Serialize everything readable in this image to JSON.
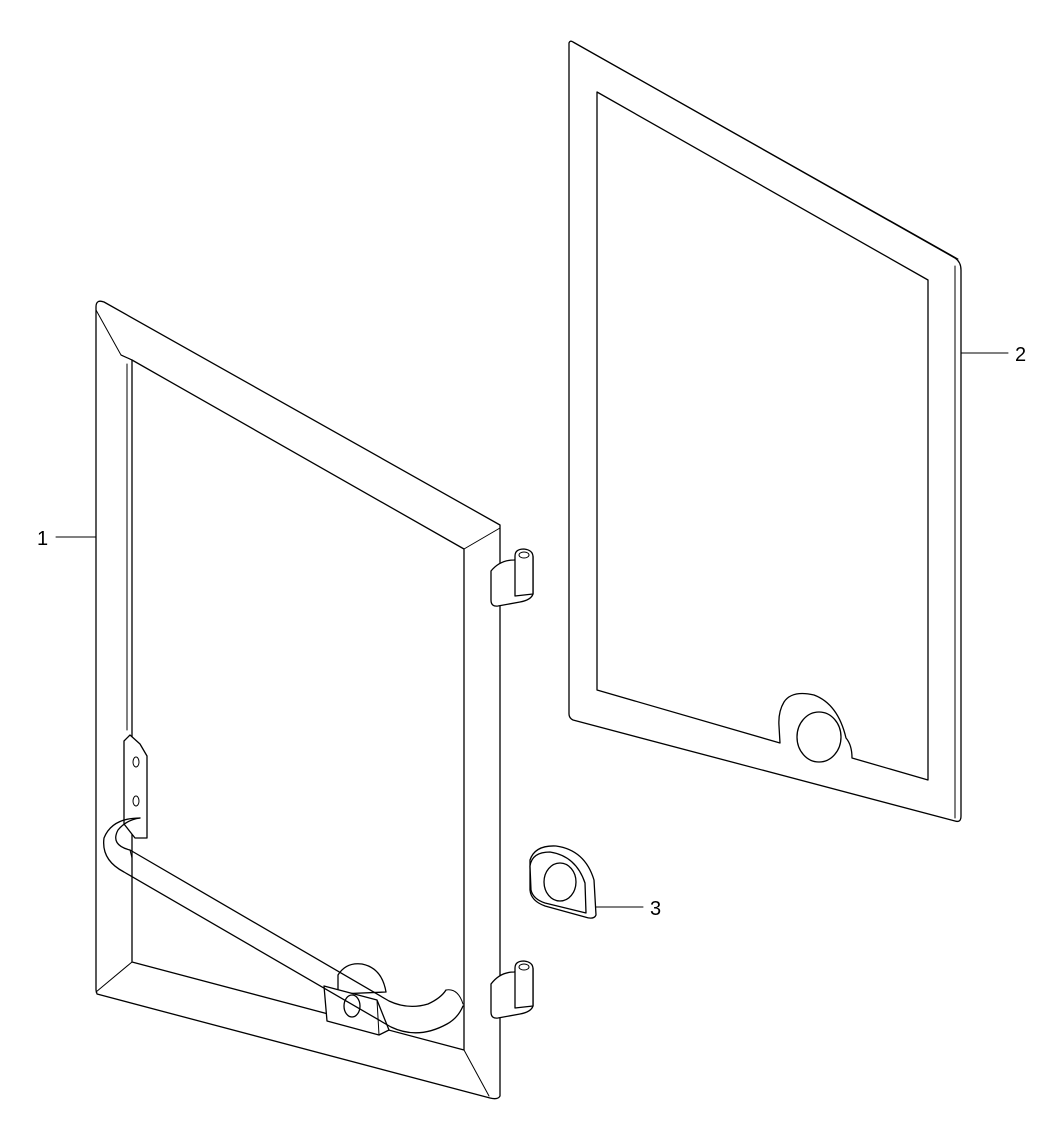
{
  "callouts": {
    "door": "1",
    "gasket": "2",
    "grommet": "3"
  },
  "colors": {
    "line": "#000000",
    "background": "#ffffff"
  }
}
